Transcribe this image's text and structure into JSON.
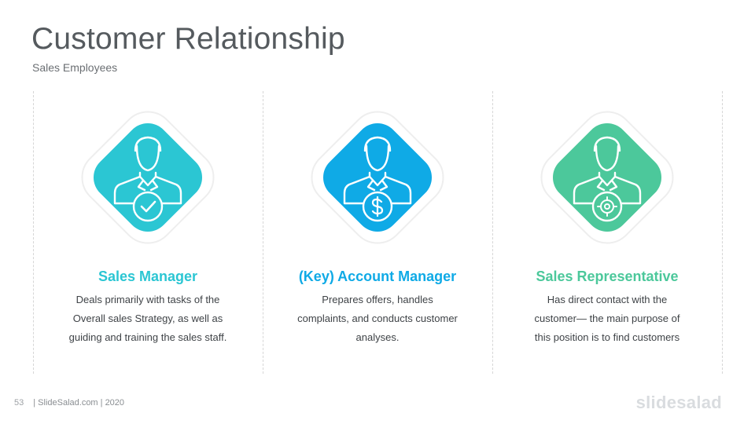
{
  "header": {
    "title": "Customer Relationship",
    "subtitle": "Sales Employees"
  },
  "colors": {
    "teal": "#2bc6d3",
    "blue": "#0faae6",
    "green": "#4cc89b"
  },
  "cards": [
    {
      "title": "Sales Manager",
      "description": "Deals primarily with tasks of the Overall sales Strategy, as well as guiding and training the sales staff.",
      "icon": "manager-check-icon",
      "color": "#2bc6d3"
    },
    {
      "title": "(Key) Account Manager",
      "description": "Prepares offers, handles complaints, and conducts customer analyses.",
      "icon": "manager-dollar-icon",
      "color": "#0faae6"
    },
    {
      "title": "Sales Representative",
      "description": "Has direct contact with the customer— the main purpose of this position is to find customers",
      "icon": "manager-target-icon",
      "color": "#4cc89b"
    }
  ],
  "footer": {
    "page_number": "53",
    "text": "| SlideSalad.com | 2020",
    "logo": "slidesalad"
  }
}
